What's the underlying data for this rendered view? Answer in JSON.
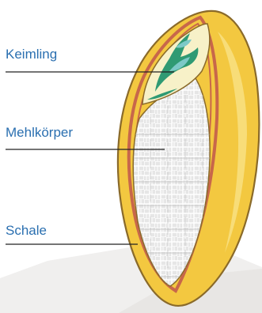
{
  "labels": {
    "embryo": "Keimling",
    "endosperm": "Mehlkörper",
    "husk": "Schale"
  },
  "colors": {
    "husk_outer": "#f3c840",
    "husk_light": "#f8df7e",
    "husk_outline": "#8a6a2a",
    "bran_layers": "#c8674a",
    "endosperm_fill": "#e6e6e6",
    "cell_lines": "#ffffff",
    "embryo_cream": "#f7f1c8",
    "embryo_green": "#2f9a73",
    "embryo_teal": "#7cc9c7",
    "leader_lines": "#222222",
    "label_text": "#2a6fb0",
    "background_shape": "#f0efee"
  }
}
